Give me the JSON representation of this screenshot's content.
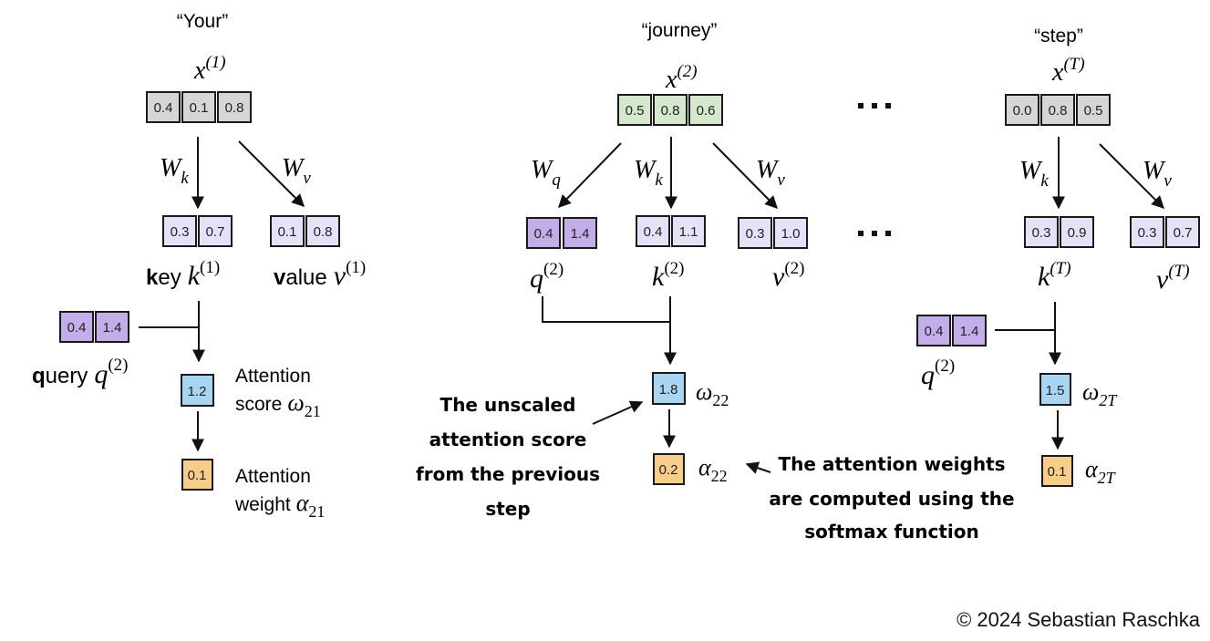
{
  "colors": {
    "input": "#d6d6d6",
    "input_green": "#d6e8cc",
    "key_value": "#e4e2f7",
    "query": "#c3aeea",
    "score": "#a8d6f2",
    "weight": "#f7cd8a"
  },
  "tokens": [
    {
      "word": "“Your”",
      "x_label": "x",
      "x_sup": "(1)",
      "x_values": [
        "0.4",
        "0.1",
        "0.8"
      ],
      "wk": "W",
      "wk_sub": "k",
      "wv": "W",
      "wv_sub": "v",
      "key_values": [
        "0.3",
        "0.7"
      ],
      "value_values": [
        "0.1",
        "0.8"
      ],
      "key_label_bold": "k",
      "key_label_rest": "ey",
      "key_sym": "k",
      "key_sup": "(1)",
      "value_label_bold": "v",
      "value_label_rest": "alue",
      "value_sym": "v",
      "value_sup": "(1)",
      "query_values": [
        "0.4",
        "1.4"
      ],
      "query_label_bold": "q",
      "query_label_rest": "uery",
      "query_sym": "q",
      "query_sup": "(2)",
      "score_value": "1.2",
      "score_text1": "Attention",
      "score_text2": "score",
      "score_sym": "ω",
      "score_sub": "21",
      "weight_value": "0.1",
      "weight_text1": "Attention",
      "weight_text2": "weight",
      "weight_sym": "α",
      "weight_sub": "21"
    },
    {
      "word": "“journey”",
      "x_label": "x",
      "x_sup": "(2)",
      "x_values": [
        "0.5",
        "0.8",
        "0.6"
      ],
      "wq": "W",
      "wq_sub": "q",
      "wk": "W",
      "wk_sub": "k",
      "wv": "W",
      "wv_sub": "v",
      "query_values": [
        "0.4",
        "1.4"
      ],
      "key_values": [
        "0.4",
        "1.1"
      ],
      "value_values": [
        "0.3",
        "1.0"
      ],
      "query_sym": "q",
      "query_sup": "(2)",
      "key_sym": "k",
      "key_sup": "(2)",
      "value_sym": "v",
      "value_sup": "(2)",
      "score_value": "1.8",
      "score_sym": "ω",
      "score_sub": "22",
      "weight_value": "0.2",
      "weight_sym": "α",
      "weight_sub": "22"
    },
    {
      "word": "“step”",
      "x_label": "x",
      "x_sup": "(T)",
      "x_values": [
        "0.0",
        "0.8",
        "0.5"
      ],
      "wk": "W",
      "wk_sub": "k",
      "wv": "W",
      "wv_sub": "v",
      "key_values": [
        "0.3",
        "0.9"
      ],
      "value_values": [
        "0.3",
        "0.7"
      ],
      "key_sym": "k",
      "key_sup": "(T)",
      "value_sym": "v",
      "value_sup": "(T)",
      "query_values": [
        "0.4",
        "1.4"
      ],
      "query_sym": "q",
      "query_sup": "(2)",
      "score_value": "1.5",
      "score_sym": "ω",
      "score_sub": "2T",
      "weight_value": "0.1",
      "weight_sym": "α",
      "weight_sub": "2T"
    }
  ],
  "annotations": {
    "score_note": [
      "The unscaled",
      "attention score",
      "from the previous",
      "step"
    ],
    "weight_note": [
      "The attention weights",
      "are computed using the",
      "softmax function"
    ]
  },
  "ellipsis": "…",
  "copyright": "© 2024 Sebastian Raschka"
}
